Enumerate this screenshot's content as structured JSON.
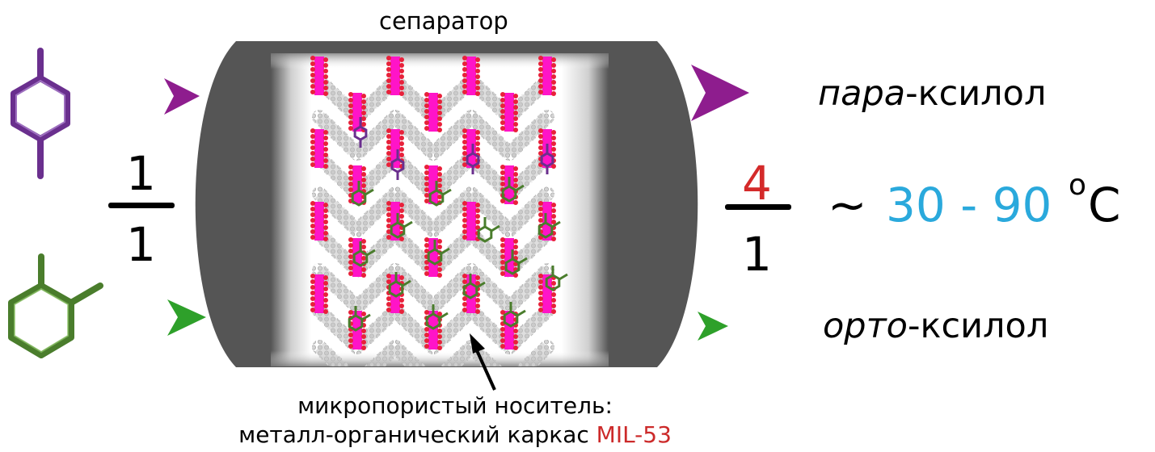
{
  "labels": {
    "separator": "сепаратор",
    "input_ratio": {
      "numerator": "1",
      "denominator": "1"
    },
    "output_ratio": {
      "numerator": "4",
      "denominator": "1"
    },
    "tilde": "~",
    "temperature_range": "30 - 90",
    "temperature_degree": "o",
    "temperature_unit": "C",
    "para_prefix": "пара",
    "para_suffix": "-ксилол",
    "orto_prefix": "орто",
    "orto_suffix": "-ксилол",
    "carrier_line1": "микропористый носитель:",
    "carrier_line2": "металл-органический каркас ",
    "framework_name": "MIL-53"
  },
  "colors": {
    "para_xylene": "#6a2f8e",
    "ortho_xylene": "#4a7d2c",
    "para_arrow": "#8e1d8e",
    "ortho_arrow": "#2ea02a",
    "separator_body": "#555555",
    "framework_red": "#e8213a",
    "framework_magenta": "#ff14c8",
    "output_ratio": "#d42a2a",
    "temperature": "#2aa9dc"
  }
}
